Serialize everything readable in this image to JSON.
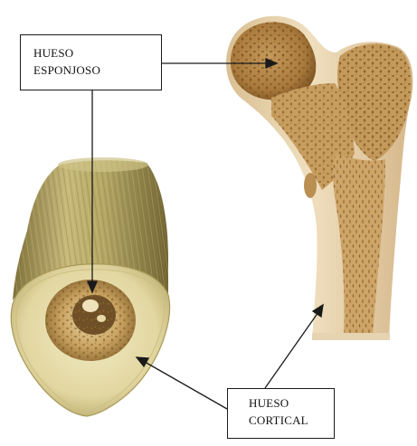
{
  "labels": {
    "spongy": {
      "line1": "HUESO",
      "line2": "ESPONJOSO"
    },
    "cortical": {
      "line1": "HUESO",
      "line2": "CORTICAL"
    }
  },
  "colors": {
    "bone_surface": "#c9bb7c",
    "bone_shadow": "#8e7f45",
    "cortical_ring": "#e5dcaa",
    "spongy_fill": "#b78a3e",
    "femur_body": "#ecd7b2",
    "femur_pores": "#9a6a2a",
    "leader_line": "#1a1a1a"
  }
}
